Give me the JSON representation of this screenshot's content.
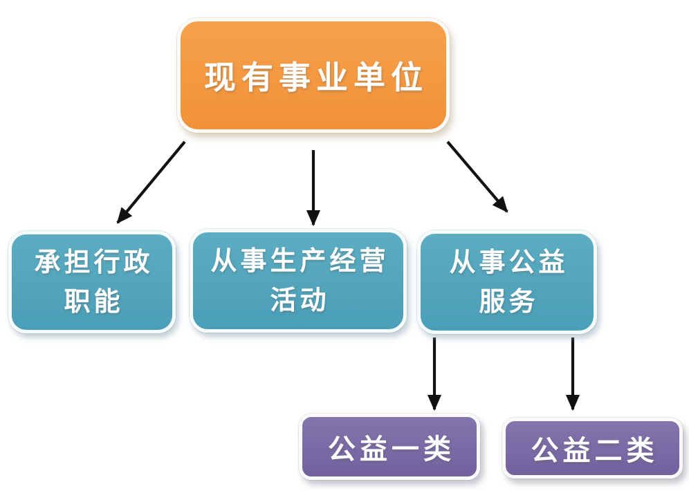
{
  "diagram": {
    "type": "flowchart",
    "background_color": "#ffffff",
    "arrow_color": "#111111",
    "nodes": {
      "root": {
        "label": "现有事业单位",
        "fill": "#F2983F",
        "text_color": "#ffffff"
      },
      "admin": {
        "lines": [
          "承担行政",
          "职能"
        ],
        "fill": "#4FA3BC",
        "text_color": "#ffffff"
      },
      "business": {
        "lines": [
          "从事生产经营",
          "活动"
        ],
        "fill": "#4FA3BC",
        "text_color": "#ffffff"
      },
      "welfare": {
        "lines": [
          "从事公益",
          "服务"
        ],
        "fill": "#4FA3BC",
        "text_color": "#ffffff"
      },
      "welfare_cat1": {
        "label": "公益一类",
        "fill": "#7A6AA6",
        "text_color": "#ffffff"
      },
      "welfare_cat2": {
        "label": "公益二类",
        "fill": "#7A6AA6",
        "text_color": "#ffffff"
      }
    },
    "edges": [
      {
        "from": "现有事业单位",
        "to": "承担行政职能"
      },
      {
        "from": "现有事业单位",
        "to": "从事生产经营活动"
      },
      {
        "from": "现有事业单位",
        "to": "从事公益服务"
      },
      {
        "from": "从事公益服务",
        "to": "公益一类"
      },
      {
        "from": "从事公益服务",
        "to": "公益二类"
      }
    ]
  }
}
